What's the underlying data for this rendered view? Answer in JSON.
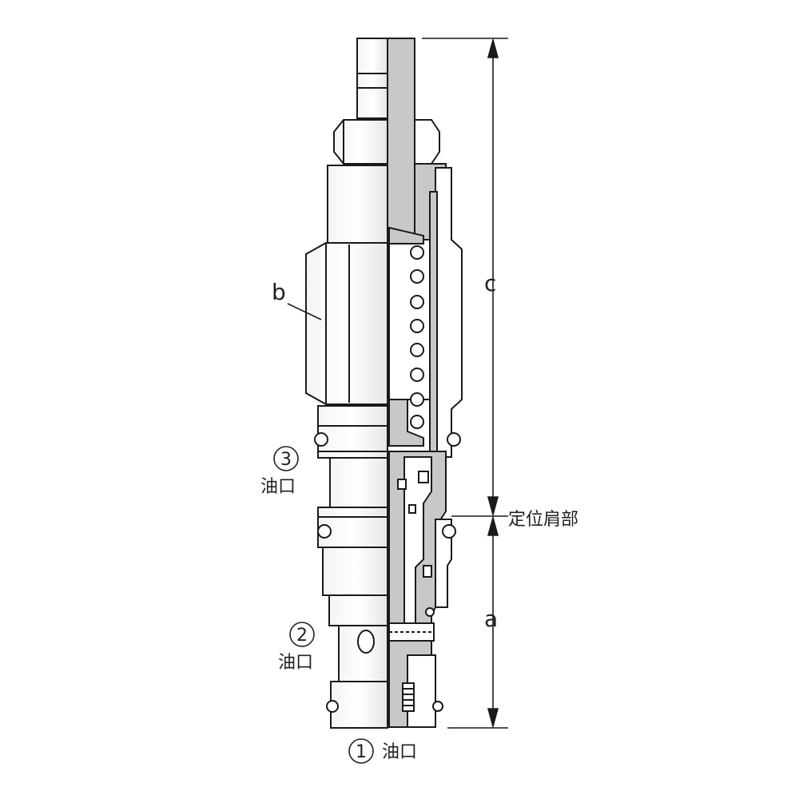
{
  "labels": {
    "b": "b",
    "c": "c",
    "a": "a",
    "shoulder": "定位肩部"
  },
  "ports": [
    {
      "num": "3",
      "text": "油口"
    },
    {
      "num": "2",
      "text": "油口"
    },
    {
      "num": "1",
      "text": "油口"
    }
  ],
  "colors": {
    "body_fill": "#ffffff",
    "section_fill": "#c8c8c8",
    "stroke": "#1a1a1a"
  }
}
